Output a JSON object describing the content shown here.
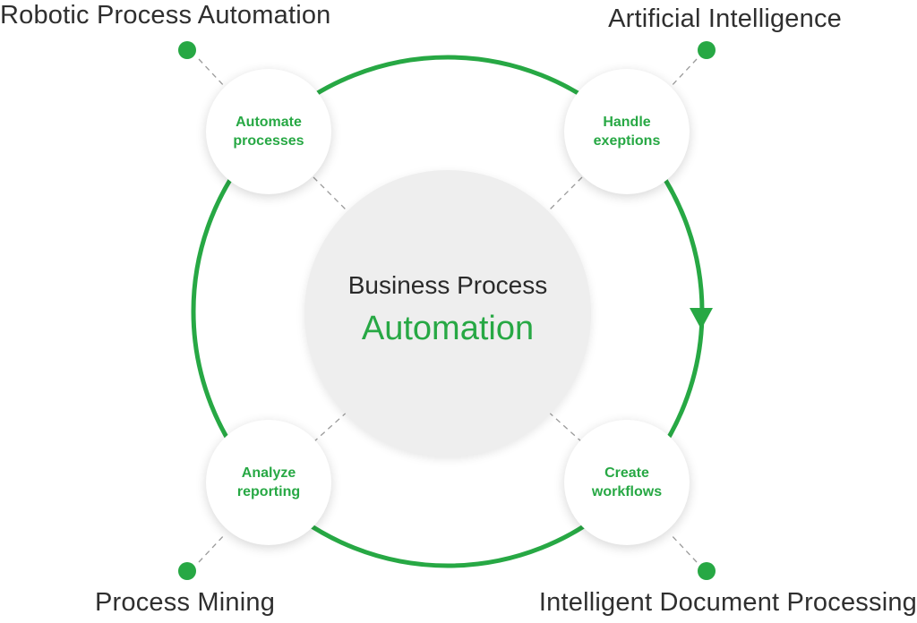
{
  "colors": {
    "accent": "#27a844",
    "text_dark": "#2f2f2f",
    "center_fill": "#eeeeee",
    "connector": "#9a9a9a"
  },
  "center": {
    "title": "Business Process",
    "subtitle": "Automation"
  },
  "corner_labels": {
    "top_left": "Robotic Process Automation",
    "top_right": "Artificial Intelligence",
    "bottom_left": "Process Mining",
    "bottom_right": "Intelligent Document Processing"
  },
  "nodes": {
    "top_left": "Automate\nprocesses",
    "top_right": "Handle\nexeptions",
    "bottom_left": "Analyze\nreporting",
    "bottom_right": "Create\nworkflows"
  },
  "icons": {
    "cycle_arrow": "arrow-down-icon",
    "corner_marker": "green-dot-icon"
  }
}
